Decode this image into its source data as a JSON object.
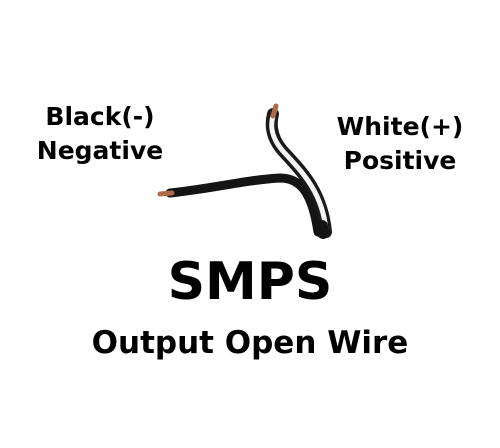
{
  "labels": {
    "black_wire": [
      "Black(-)",
      "Negative"
    ],
    "white_wire": [
      "White(+)",
      "Positive"
    ]
  },
  "title": "SMPS",
  "subtitle": "Output Open Wire",
  "colors": {
    "black_insulation": "#111111",
    "white_insulation": "#f4f4f4",
    "copper": "#b06a4a"
  }
}
